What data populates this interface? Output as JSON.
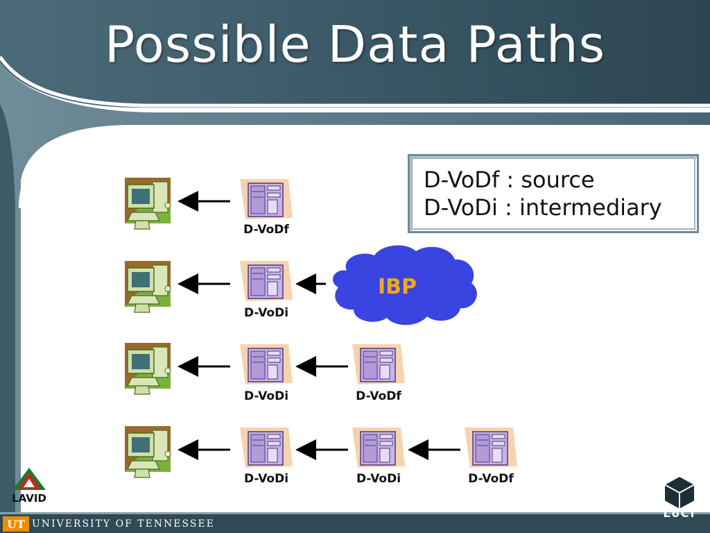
{
  "slide": {
    "title": "Possible Data Paths"
  },
  "legend": {
    "line1": "D-VoDf : source",
    "line2": "D-VoDi : intermediary"
  },
  "labels": {
    "row1_server1": "D-VoDf",
    "row2_server1": "D-VoDi",
    "row2_cloud": "IBP",
    "row3_server1": "D-VoDi",
    "row3_server2": "D-VoDf",
    "row4_server1": "D-VoDi",
    "row4_server2": "D-VoDi",
    "row4_server3": "D-VoDf"
  },
  "footer": {
    "university": "UNIVERSITY OF TENNESSEE",
    "left_logo": "LAVID",
    "right_logo": "LoCI"
  },
  "colors": {
    "header_dark": "#2f4a55",
    "header_mid": "#4d6a77",
    "ibp_cloud": "#3a44e0",
    "ibp_text": "#f5a623",
    "server_body": "#c9b3e6",
    "server_bg": "#f6d3b0",
    "client_screen": "#6fb37a"
  },
  "icons": [
    "computer-client-icon",
    "server-icon",
    "cloud-icon",
    "arrow-left-icon"
  ]
}
